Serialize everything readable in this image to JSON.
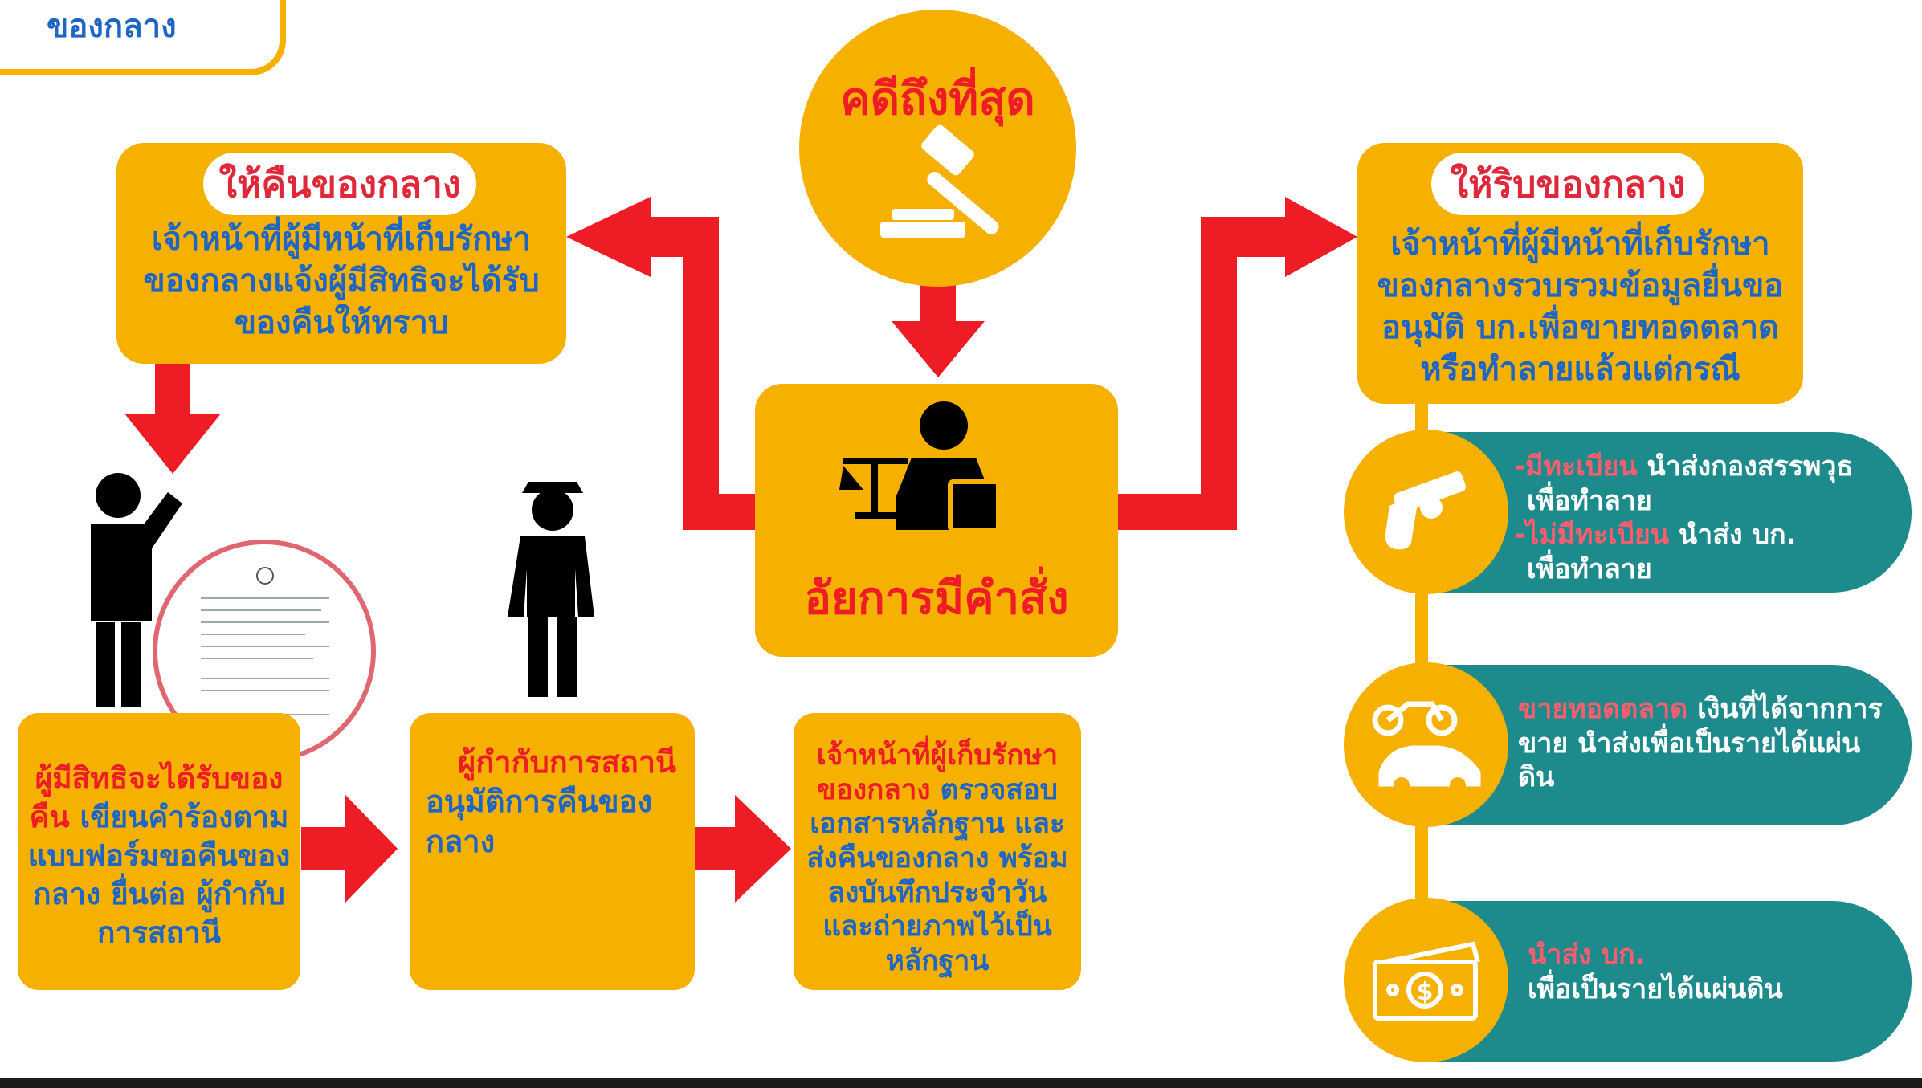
{
  "header": {
    "title": "ของกลาง"
  },
  "center": {
    "top_circle_label": "คดีถึงที่สุด",
    "prosecutor_label": "อัยการมีคำสั่ง"
  },
  "return_branch": {
    "pill": "ให้คืนของกลาง",
    "text": "เจ้าหน้าที่ผู้มีหน้าที่เก็บรักษาของกลางแจ้งผู้มีสิทธิจะได้รับของคืนให้ทราบ"
  },
  "step_claimant": {
    "lead": "ผู้มีสิทธิจะได้รับของคืน",
    "rest": " เขียนคำร้องตามแบบฟอร์มขอคืนของกลาง ยื่นต่อ ผู้กำกับการสถานี"
  },
  "step_superintendent": {
    "lead": "ผู้กำกับการสถานี",
    "rest": "อนุมัติการคืนของกลาง"
  },
  "step_officer": {
    "lead": "เจ้าหน้าที่ผู้เก็บรักษาของกลาง",
    "rest": " ตรวจสอบเอกสารหลักฐาน และส่งคืนของกลาง พร้อมลงบันทึกประจำวัน และถ่ายภาพไว้เป็นหลักฐาน"
  },
  "confiscate_branch": {
    "pill": "ให้ริบของกลาง",
    "text": "เจ้าหน้าที่ผู้มีหน้าที่เก็บรักษาของกลางรวบรวมข้อมูลยื่นขออนุมัติ บก.เพื่อขายทอดตลาดหรือทำลายแล้วแต่กรณี"
  },
  "options": [
    {
      "icon": "gun-icon",
      "parts": [
        {
          "hl": "-มีทะเบียน",
          "txt": " นำส่งกองสรรพวุธ"
        },
        {
          "hl": "",
          "txt": "เพื่อทำลาย"
        },
        {
          "hl": "-ไม่มีทะเบียน",
          "txt": " นำส่ง บก."
        },
        {
          "hl": "",
          "txt": "เพื่อทำลาย"
        }
      ]
    },
    {
      "icon": "vehicle-icon",
      "hl": "ขายทอดตลาด",
      "txt": " เงินที่ได้จากการขาย นำส่งเพื่อเป็นรายได้แผ่นดิน"
    },
    {
      "icon": "money-icon",
      "hl": "นำส่ง บก.",
      "txt": "เพื่อเป็นรายได้แผ่นดิน"
    }
  ],
  "colors": {
    "yellow": "#f6b000",
    "teal": "#1d8a8c",
    "red": "#ee1c25",
    "blue": "#1d66c4",
    "pink": "#ff5d6e"
  }
}
